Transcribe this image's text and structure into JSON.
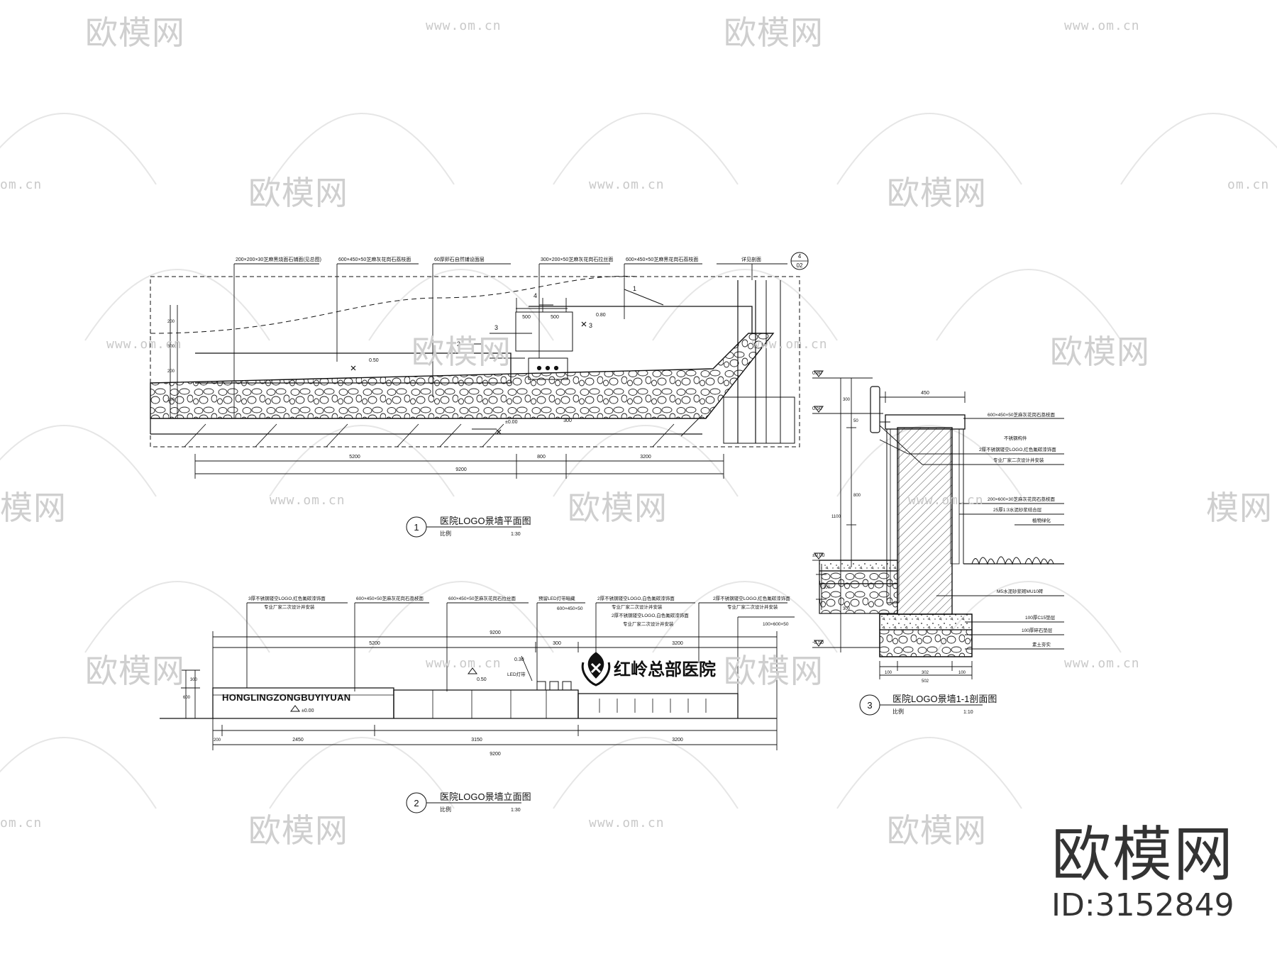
{
  "watermark": {
    "brand": "欧模网",
    "url": "www.om.cn",
    "url_edge": "om.cn",
    "brand_edge": "模网"
  },
  "brand_badge": {
    "name": "欧模网",
    "id_text": "ID:3152849"
  },
  "plan_view": {
    "number": "1",
    "title": "医院LOGO景墙平面图",
    "subtitle": "比例",
    "scale": "1:30",
    "callouts": [
      "200×200×30芝麻黑烧面石铺面(见总图)",
      "600×450×50芝麻灰花岗石荔枝面",
      "60厚卵石自然铺设面层",
      "300×200×50芝麻灰花岗石拉丝面",
      "600×450×50芝麻黑花岗石荔枝面",
      "详见剖面"
    ],
    "section_mark": {
      "num": "4",
      "sheet": "02"
    },
    "dims_total": "9200",
    "dims_parts": [
      "5200",
      "800",
      "3200"
    ],
    "small_dims": [
      "500",
      "500",
      "300"
    ],
    "levels": [
      "0.50",
      "0.80",
      "±0.00"
    ],
    "left_dims": [
      "200",
      "300",
      "200",
      "200"
    ],
    "tags": [
      "1",
      "2",
      "3",
      "3",
      "4"
    ]
  },
  "elevation_view": {
    "number": "2",
    "title": "医院LOGO景墙立面图",
    "subtitle": "比例",
    "scale": "1:30",
    "logo_text": "红岭总部医院",
    "english_text": "HONGLINGZONGBUYIYUAN",
    "callouts": [
      "3厚不锈钢镂空LOGO,红色氟碳漆饰面",
      "专业厂家二次设计并安装",
      "600×450×50芝麻灰花岗石荔枝面",
      "600×450×50芝麻灰花岗石拉丝面",
      "预留LED灯带暗藏",
      "600×450×50",
      "2厚不锈钢镂空LOGO,白色氟碳漆饰面",
      "专业厂家二次设计并安装",
      "2厚不锈钢镂空LOGO,白色氟碳漆饰面",
      "专业厂家二次设计并安装",
      "2厚不锈钢镂空LOGO,红色氟碳漆饰面",
      "专业厂家二次设计并安装",
      "100×600×50"
    ],
    "dims_total": "9200",
    "dims_parts": [
      "200",
      "2450",
      "3150",
      "3200"
    ],
    "top_dims": [
      "5200",
      "300",
      "3200"
    ],
    "levels": [
      "0.50",
      "±0.00",
      "0.30"
    ],
    "left_dims": [
      "600",
      "300"
    ],
    "label_small": "LED灯带"
  },
  "section_view": {
    "number": "3",
    "title": "医院LOGO景墙1-1剖面图",
    "subtitle": "比例",
    "scale": "1:10",
    "callouts": [
      "600×450×50芝麻灰花岗石荔枝面",
      "不锈钢构件",
      "2厚不锈钢镂空LOGO,红色氟碳漆饰面",
      "专业厂家二次设计并安装",
      "200×600×30芝麻灰花岗石荔枝面",
      "25厚1:3水泥砂浆结合层",
      "植物绿化",
      "M5水泥砂浆砌MU10砖",
      "100厚C15垫层",
      "100厚碎石垫层",
      "素土夯实"
    ],
    "top_dim": "450",
    "bottom_dims": [
      "100",
      "302",
      "100"
    ],
    "bottom_total": "502",
    "levels": [
      "0.80",
      "0.50",
      "±0.00",
      "-0.50"
    ],
    "left_dims": [
      "1100",
      "800",
      "300",
      "50",
      "300",
      "200"
    ]
  }
}
